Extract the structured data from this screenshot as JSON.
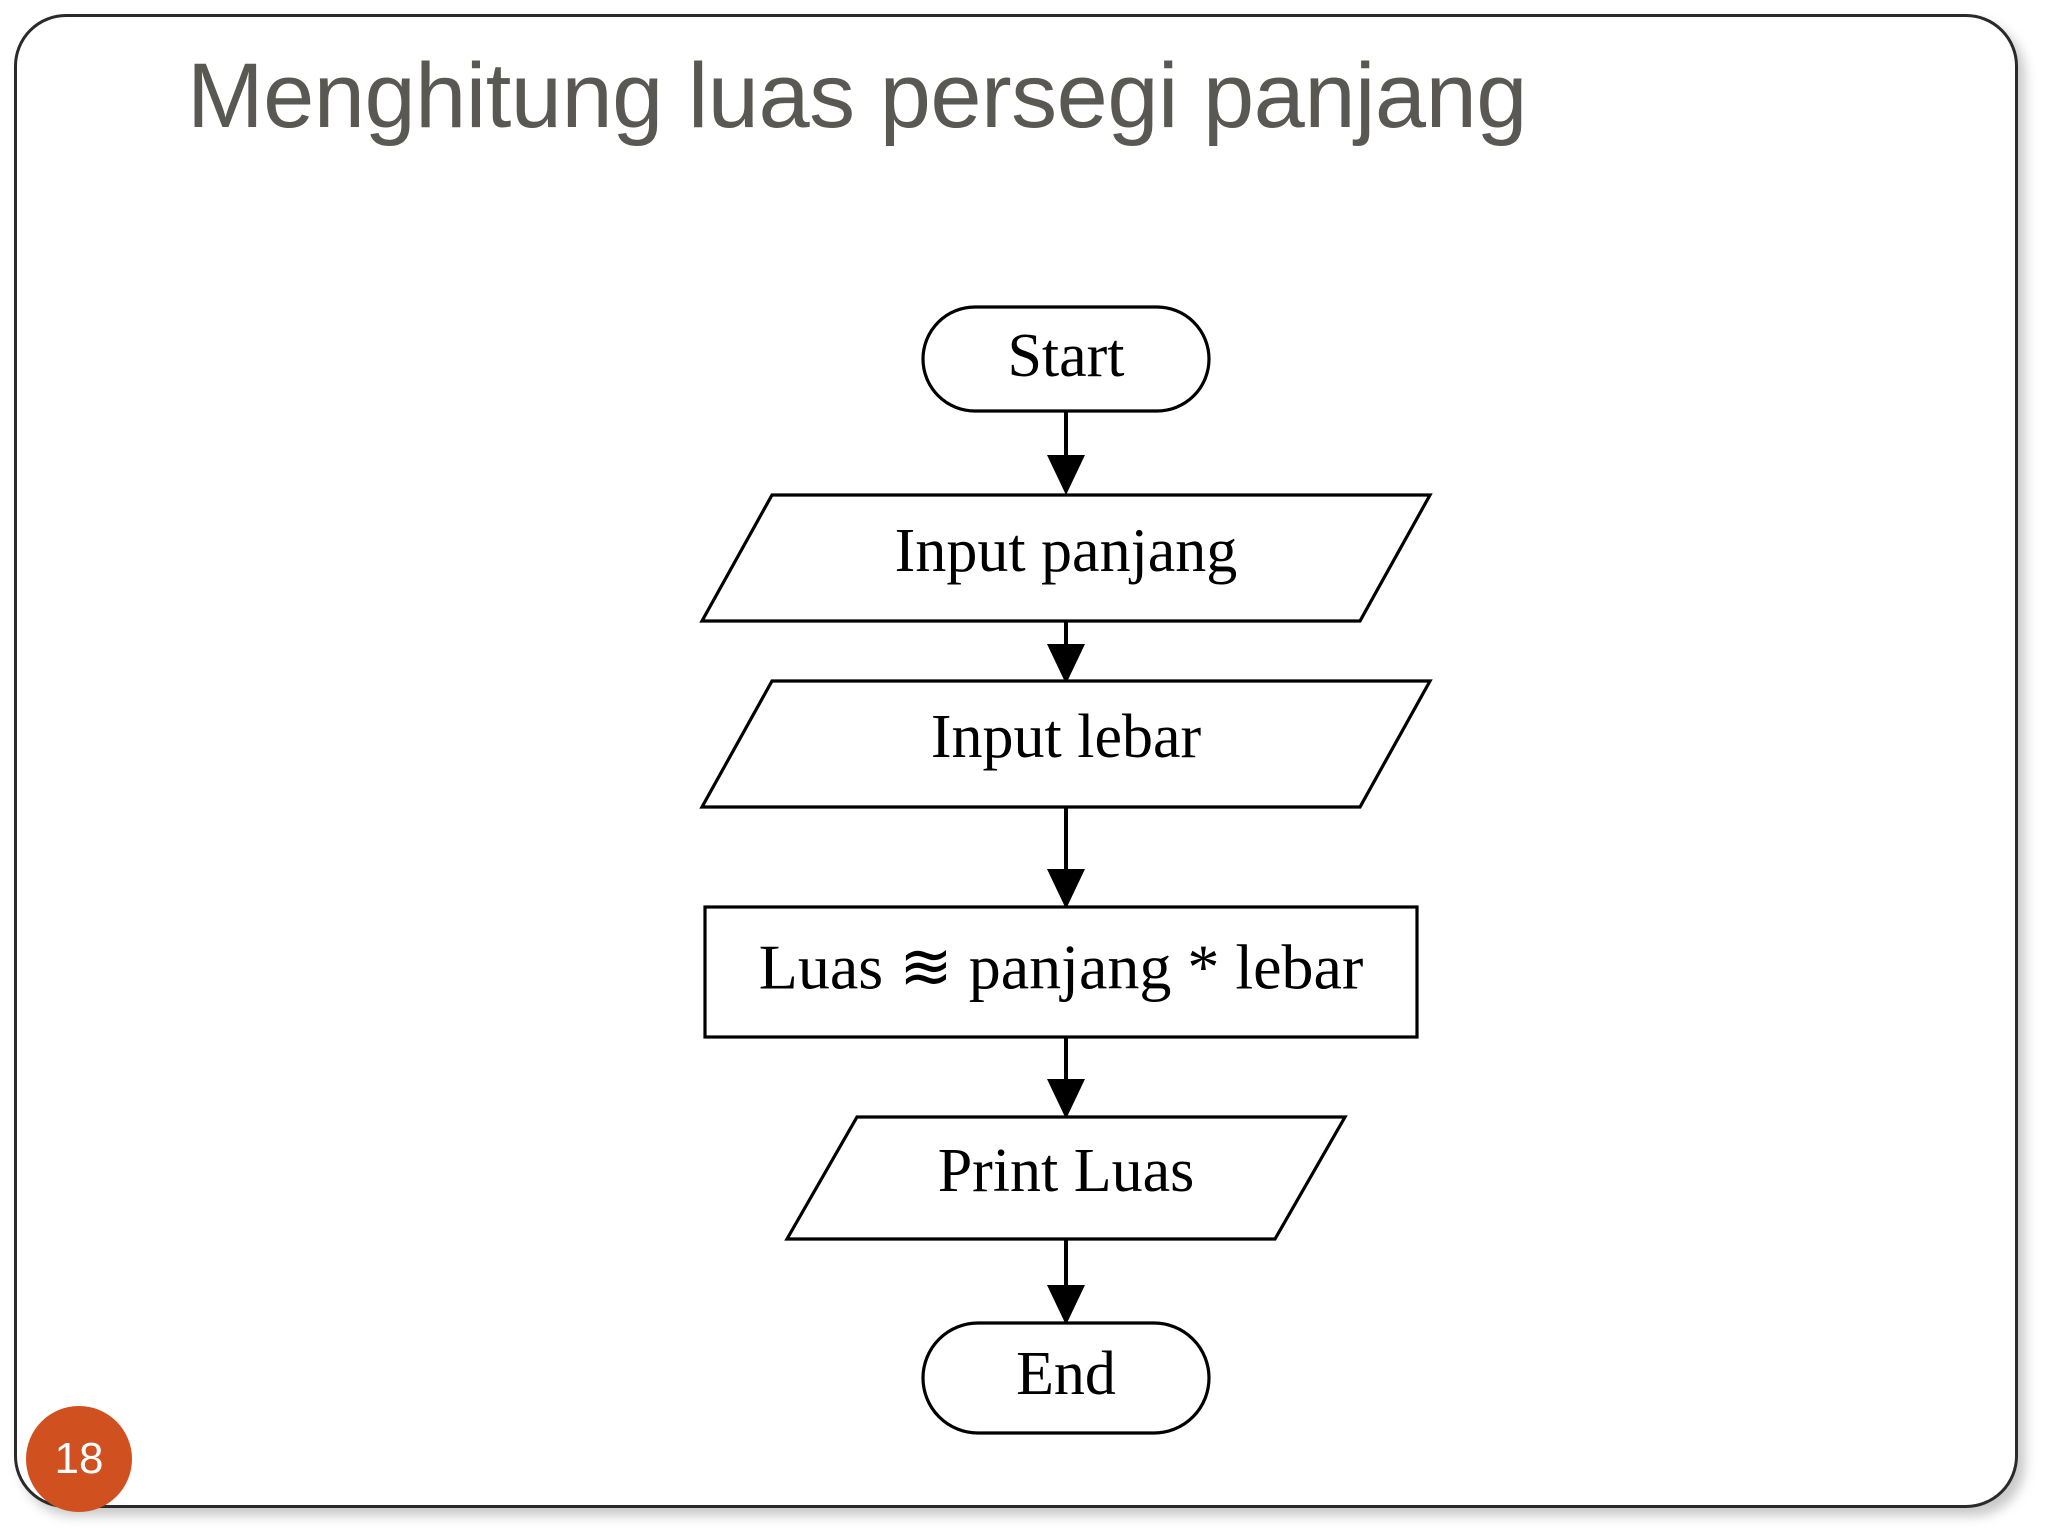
{
  "slide": {
    "title": "Menghitung luas persegi panjang",
    "title_color": "#5a5853",
    "background_color": "#ffffff",
    "border_color": "#2a2a2a",
    "page_number": "18",
    "badge_color": "#d1501f",
    "badge_text_color": "#ffffff"
  },
  "flowchart": {
    "stroke_color": "#000000",
    "fill_color": "#ffffff",
    "nodes": [
      {
        "id": "start",
        "shape": "terminator",
        "label": "Start"
      },
      {
        "id": "in-panjang",
        "shape": "parallelogram",
        "label": "Input panjang"
      },
      {
        "id": "in-lebar",
        "shape": "parallelogram",
        "label": "Input lebar"
      },
      {
        "id": "process",
        "shape": "rectangle",
        "label": "Luas ≋ panjang * lebar"
      },
      {
        "id": "print",
        "shape": "parallelogram",
        "label": "Print Luas"
      },
      {
        "id": "end",
        "shape": "terminator",
        "label": "End"
      }
    ],
    "edges": [
      {
        "from": "start",
        "to": "in-panjang"
      },
      {
        "from": "in-panjang",
        "to": "in-lebar"
      },
      {
        "from": "in-lebar",
        "to": "process"
      },
      {
        "from": "process",
        "to": "print"
      },
      {
        "from": "print",
        "to": "end"
      }
    ]
  }
}
